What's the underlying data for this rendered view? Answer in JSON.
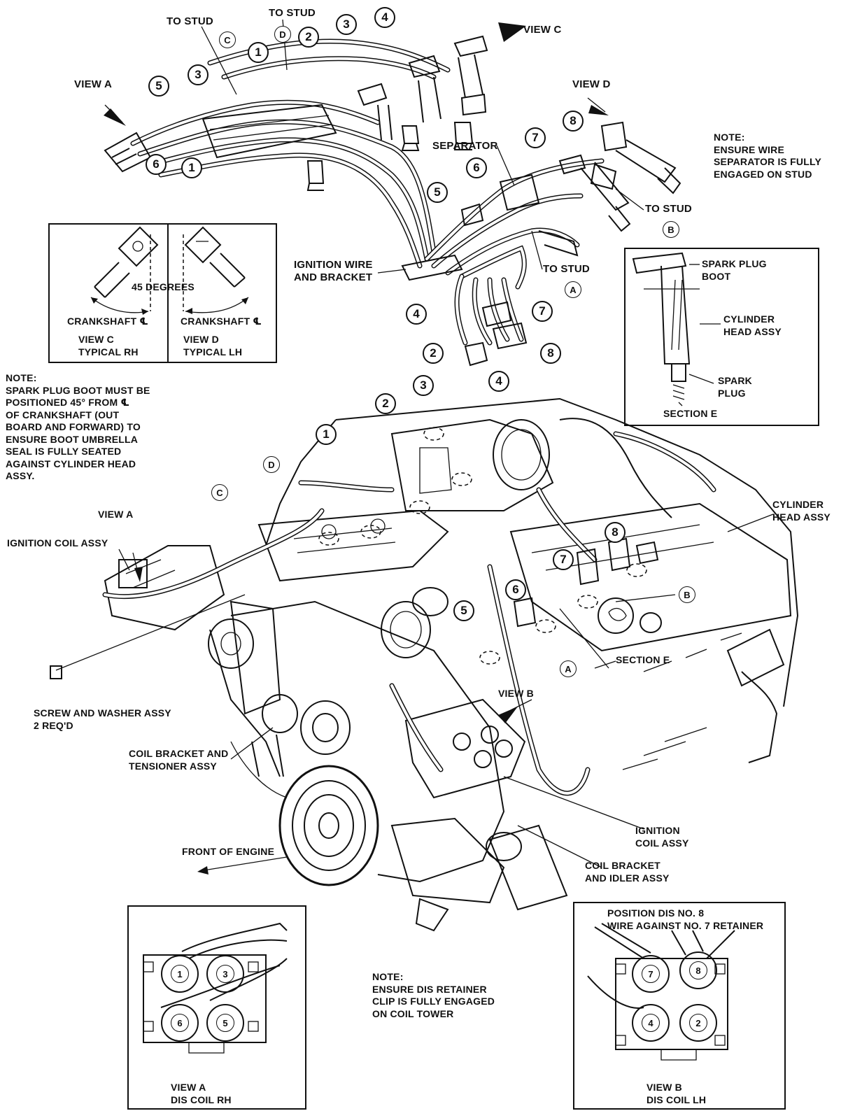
{
  "labels": {
    "to_stud_1": "TO STUD",
    "to_stud_2": "TO STUD",
    "view_c_arrow": "VIEW C",
    "view_a_top": "VIEW A",
    "view_d_arrow": "VIEW D",
    "note_separator": "NOTE:\nENSURE WIRE\nSEPARATOR IS FULLY\nENGAGED ON STUD",
    "separator": "SEPARATOR",
    "to_stud_b": "TO STUD",
    "to_stud_a": "TO STUD",
    "ignition_wire_bracket": "IGNITION WIRE\nAND BRACKET",
    "degrees_45": "45 DEGREES",
    "crankshaft_cl_rh": "CRANKSHAFT ℄",
    "crankshaft_cl_lh": "CRANKSHAFT ℄",
    "view_c_typical_rh": "VIEW C\nTYPICAL RH",
    "view_d_typical_lh": "VIEW D\nTYPICAL LH",
    "spark_plug_boot": "SPARK PLUG\nBOOT",
    "cylinder_head_assy_section": "CYLINDER\nHEAD ASSY",
    "spark_plug": "SPARK\nPLUG",
    "section_e_box": "SECTION E",
    "note_boot": "NOTE:\nSPARK PLUG BOOT MUST BE\nPOSITIONED 45° FROM ℄\nOF CRANKSHAFT (OUT\nBOARD AND FORWARD) TO\nENSURE BOOT UMBRELLA\nSEAL IS FULLY SEATED\nAGAINST CYLINDER HEAD\nASSY.",
    "view_a_engine": "VIEW A",
    "ignition_coil_assy_left": "IGNITION COIL ASSY",
    "cylinder_head_assy_right": "CYLINDER\nHEAD ASSY",
    "section_e_engine": "SECTION E",
    "view_b": "VIEW B",
    "screw_washer": "SCREW AND WASHER ASSY\n2 REQ'D",
    "coil_bracket_tensioner": "COIL BRACKET AND\nTENSIONER ASSY",
    "ignition_coil_assy_right": "IGNITION\nCOIL ASSY",
    "front_of_engine": "FRONT OF ENGINE",
    "coil_bracket_idler": "COIL BRACKET\nAND IDLER ASSY",
    "note_dis": "NOTE:\nENSURE DIS RETAINER\nCLIP IS FULLY ENGAGED\nON COIL TOWER",
    "position_dis": "POSITION DIS NO. 8\nWIRE AGAINST NO. 7 RETAINER",
    "view_a_dis_coil_rh": "VIEW A\nDIS COIL RH",
    "view_b_dis_coil_lh": "VIEW B\nDIS COIL LH"
  },
  "callouts": {
    "top_4": "4",
    "top_3": "3",
    "top_2": "2",
    "top_1": "1",
    "top_d": "D",
    "top_c": "C",
    "top_5": "5",
    "top_3b": "3",
    "top_6": "6",
    "top_1b": "1",
    "rh_7": "7",
    "rh_8": "8",
    "rh_6": "6",
    "rh_5": "5",
    "rh_b": "B",
    "rh_a": "A",
    "mid_4": "4",
    "mid_7": "7",
    "mid_2": "2",
    "mid_8": "8",
    "eng_3": "3",
    "eng_4": "4",
    "eng_2": "2",
    "eng_1": "1",
    "eng_d": "D",
    "eng_c": "C",
    "eng_8": "8",
    "eng_7": "7",
    "eng_6": "6",
    "eng_5": "5",
    "eng_b": "B",
    "eng_a": "A"
  },
  "dis_coil_rh": {
    "towers": [
      "1",
      "3",
      "6",
      "5"
    ]
  },
  "dis_coil_lh": {
    "towers": [
      "7",
      "8",
      "4",
      "2"
    ]
  }
}
